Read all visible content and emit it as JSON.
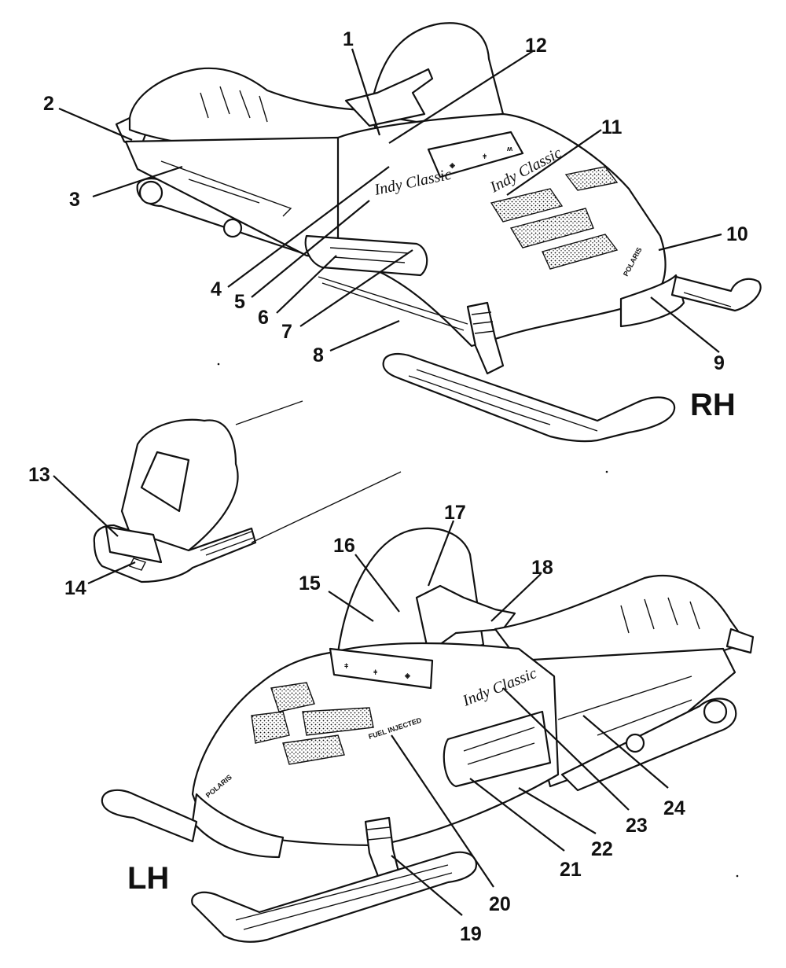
{
  "view_labels": {
    "right_hand": "RH",
    "left_hand": "LH"
  },
  "callouts": [
    "1",
    "2",
    "3",
    "4",
    "5",
    "6",
    "7",
    "8",
    "9",
    "10",
    "11",
    "12",
    "13",
    "14",
    "15",
    "16",
    "17",
    "18",
    "19",
    "20",
    "21",
    "22",
    "23",
    "24"
  ],
  "decals": {
    "side_script": "Indy Classic",
    "hood_script": "Indy Classic",
    "brand_front": "POLARIS",
    "side_small": "FUEL INJECTED"
  },
  "colors": {
    "line": "#111111",
    "background": "#ffffff"
  }
}
